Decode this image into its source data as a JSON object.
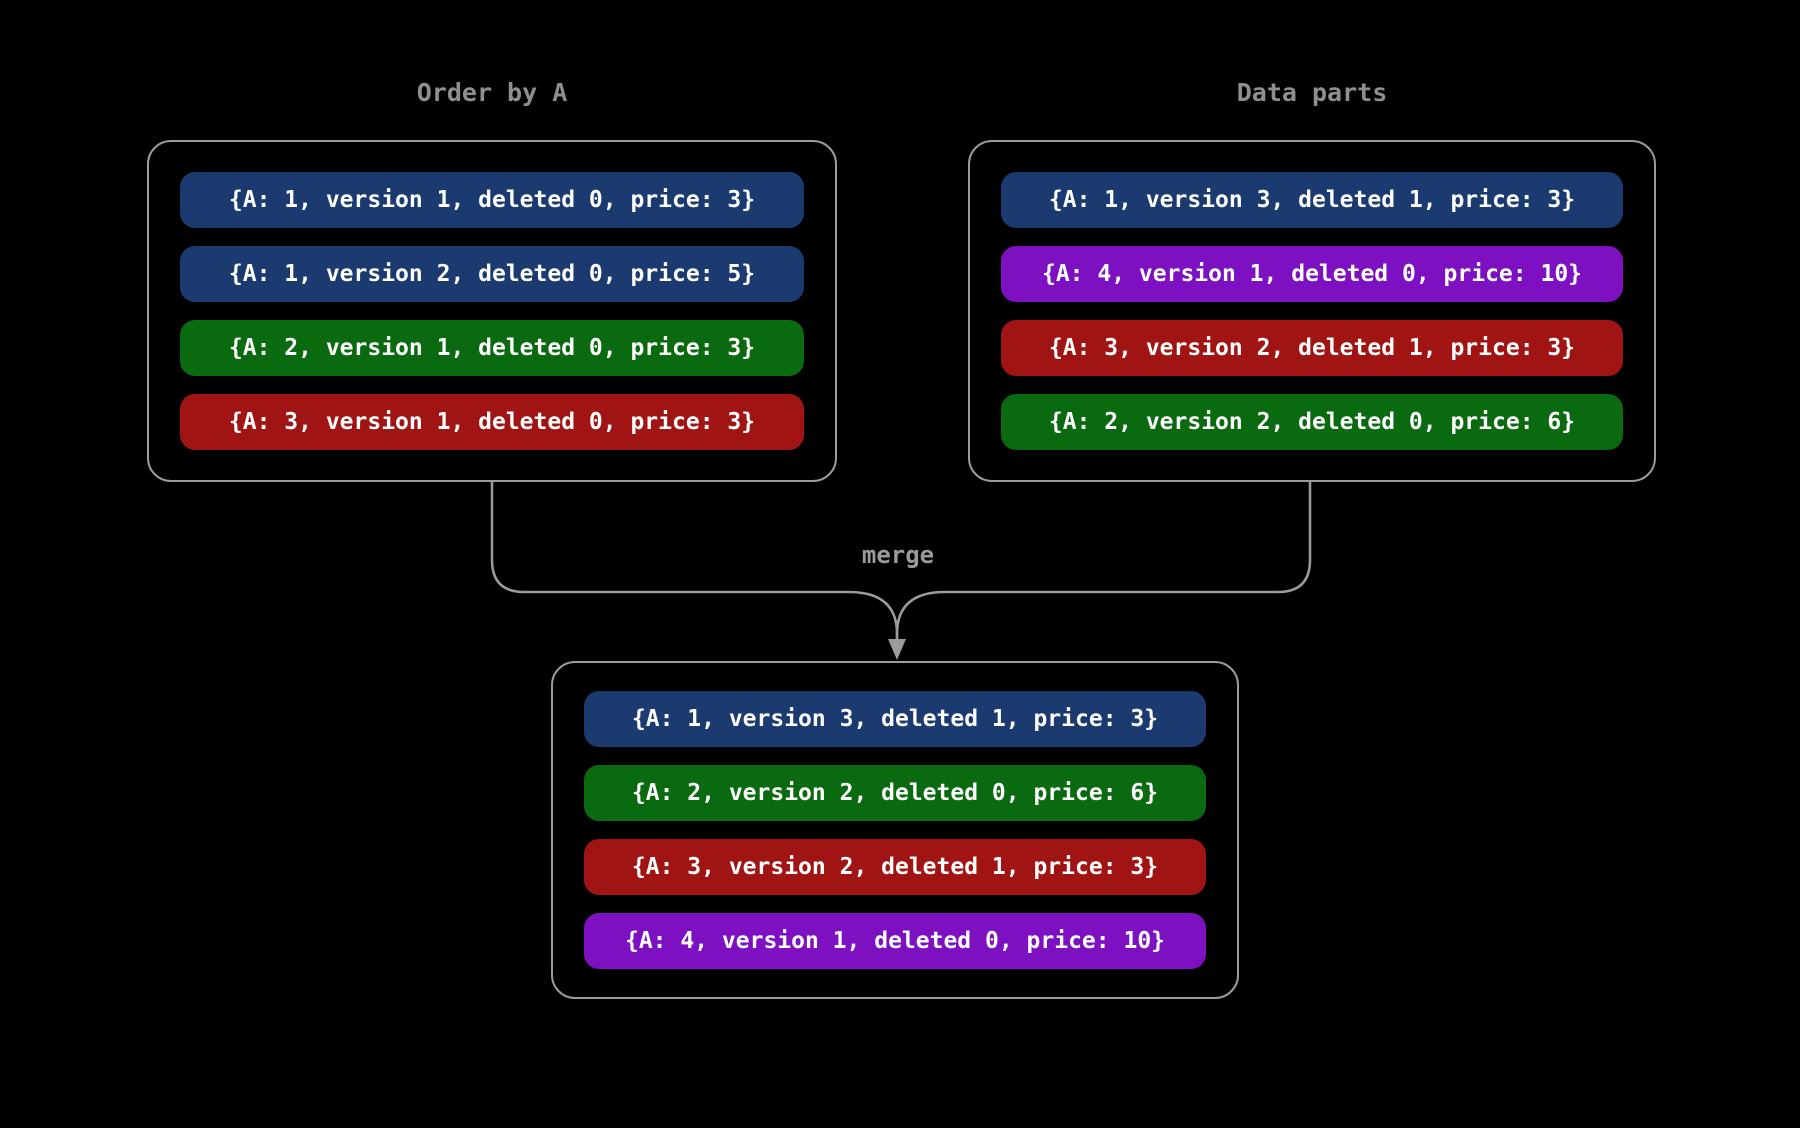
{
  "diagram": {
    "background": "#000000",
    "stroke_color": "#9b9b9b",
    "title_color": "#8f8f8f",
    "row_text_color": "#ffffff",
    "merge_label": "merge",
    "palette": {
      "blue": "#1a3a70",
      "green": "#0a6a10",
      "red": "#a01414",
      "purple": "#7d10c0"
    },
    "parts": [
      {
        "title": "Order by A",
        "rows": [
          {
            "text": "{A: 1, version 1, deleted 0, price: 3}",
            "color": "#1a3a70"
          },
          {
            "text": "{A: 1, version 2, deleted 0, price: 5}",
            "color": "#1a3a70"
          },
          {
            "text": "{A: 2, version 1, deleted 0, price: 3}",
            "color": "#0a6a10"
          },
          {
            "text": "{A: 3, version 1, deleted 0, price: 3}",
            "color": "#a01414"
          }
        ]
      },
      {
        "title": "Data parts",
        "rows": [
          {
            "text": "{A: 1, version 3, deleted 1, price: 3}",
            "color": "#1a3a70"
          },
          {
            "text": "{A: 4, version 1, deleted 0, price: 10}",
            "color": "#7d10c0"
          },
          {
            "text": "{A: 3, version 2, deleted 1, price: 3}",
            "color": "#a01414"
          },
          {
            "text": "{A: 2, version 2, deleted 0, price: 6}",
            "color": "#0a6a10"
          }
        ]
      },
      {
        "title": "",
        "rows": [
          {
            "text": "{A: 1, version 3, deleted 1, price: 3}",
            "color": "#1a3a70"
          },
          {
            "text": "{A: 2, version 2, deleted 0, price: 6}",
            "color": "#0a6a10"
          },
          {
            "text": "{A: 3, version 2, deleted 1, price: 3}",
            "color": "#a01414"
          },
          {
            "text": "{A: 4, version 1, deleted 0, price: 10}",
            "color": "#7d10c0"
          }
        ]
      }
    ]
  }
}
